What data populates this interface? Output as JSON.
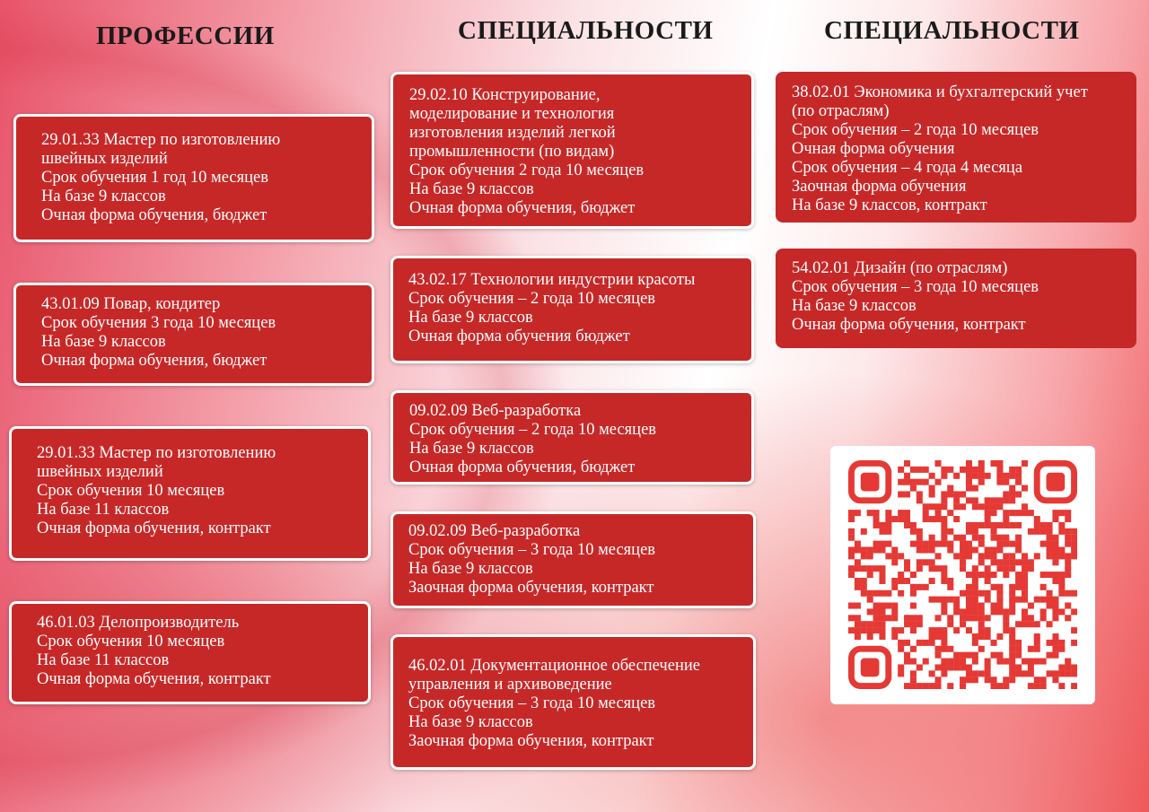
{
  "headers": {
    "col1": "ПРОФЕССИИ",
    "col2": "СПЕЦИАЛЬНОСТИ",
    "col3": "СПЕЦИАЛЬНОСТИ"
  },
  "col1": [
    {
      "lines": [
        "29.01.33 Мастер по изготовлению",
        "швейных изделий",
        "Срок обучения 1 год 10 месяцев",
        "На базе 9 классов",
        "Очная форма обучения, бюджет"
      ]
    },
    {
      "lines": [
        "43.01.09 Повар, кондитер",
        "Срок обучения 3 года 10 месяцев",
        "На базе 9 классов",
        "Очная форма обучения, бюджет"
      ]
    },
    {
      "lines": [
        "29.01.33 Мастер по изготовлению",
        "швейных изделий",
        "Срок обучения 10 месяцев",
        "На базе 11 классов",
        "Очная форма обучения, контракт"
      ]
    },
    {
      "lines": [
        "46.01.03 Делопроизводитель",
        "Срок обучения 10 месяцев",
        "На базе 11 классов",
        "Очная форма обучения, контракт"
      ]
    }
  ],
  "col2": [
    {
      "lines": [
        "29.02.10 Конструирование,",
        "моделирование и технология",
        "изготовления изделий легкой",
        "промышленности (по видам)",
        "Срок обучения 2 года 10 месяцев",
        "На базе 9 классов",
        "Очная форма обучения, бюджет"
      ]
    },
    {
      "lines": [
        "43.02.17 Технологии индустрии красоты",
        "Срок обучения – 2 года 10 месяцев",
        "На базе 9 классов",
        "Очная форма обучения бюджет"
      ]
    },
    {
      "lines": [
        "09.02.09 Веб-разработка",
        "Срок обучения – 2 года 10 месяцев",
        "На базе 9 классов",
        "Очная форма обучения, бюджет"
      ]
    },
    {
      "lines": [
        "09.02.09 Веб-разработка",
        "Срок обучения – 3 года 10 месяцев",
        "На базе 9 классов",
        "Заочная форма обучения, контракт"
      ]
    },
    {
      "lines": [
        "46.02.01 Документационное обеспечение",
        "управления и архивоведение",
        "Срок обучения – 3 года 10 месяцев",
        "На базе 9 классов",
        "Заочная форма обучения, контракт"
      ]
    }
  ],
  "col3": [
    {
      "lines": [
        "38.02.01 Экономика и бухгалтерский учет",
        "(по отраслям)",
        "Срок обучения – 2 года 10 месяцев",
        "Очная форма обучения",
        "Срок обучения – 4 года 4 месяца",
        "Заочная форма обучения",
        "На базе 9 классов, контракт"
      ]
    },
    {
      "lines": [
        "54.02.01 Дизайн (по отраслям)",
        "Срок обучения – 3 года 10 месяцев",
        "На базе 9 классов",
        "Очная форма обучения, контракт"
      ]
    }
  ],
  "colors": {
    "card": "#c62828",
    "qr": "#e53935"
  }
}
